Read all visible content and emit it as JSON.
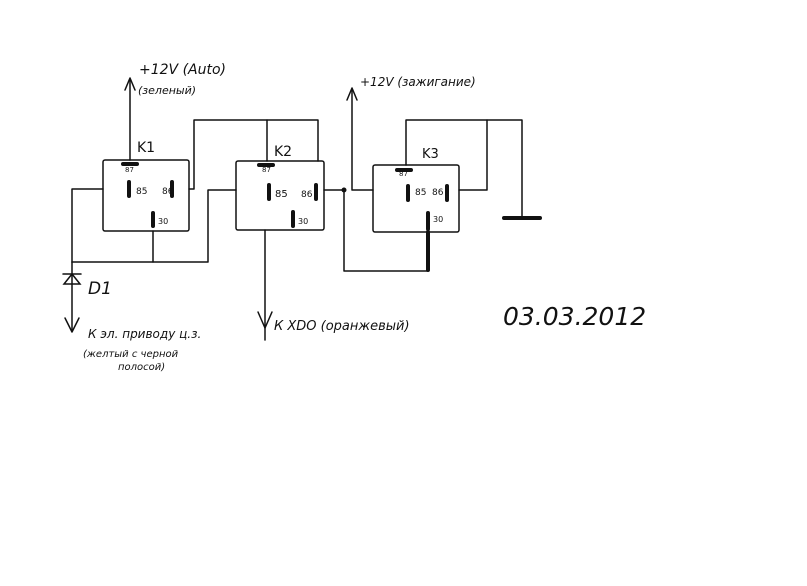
{
  "relays": [
    {
      "label": "K1",
      "pin_a": "87",
      "pin_85": "85",
      "pin_86": "86",
      "pin_30": "30"
    },
    {
      "label": "K2",
      "pin_a": "87",
      "pin_85": "85",
      "pin_86": "86",
      "pin_30": "30"
    },
    {
      "label": "K3",
      "pin_a": "87",
      "pin_85": "85",
      "pin_86": "86",
      "pin_30": "30"
    }
  ],
  "diode": {
    "label": "D1"
  },
  "terminals": {
    "k1_supply": "+12V (Auto)",
    "k1_supply_note": "(зеленый)",
    "k3_supply": "+12V (зажигание)",
    "d1_output": "К эл. приводу ц.з.",
    "d1_output_note_line1": "(желтый с черной",
    "d1_output_note_line2": "полосой)",
    "k2_output": "К XDO (оранжевый)"
  },
  "date": "03.03.2012"
}
